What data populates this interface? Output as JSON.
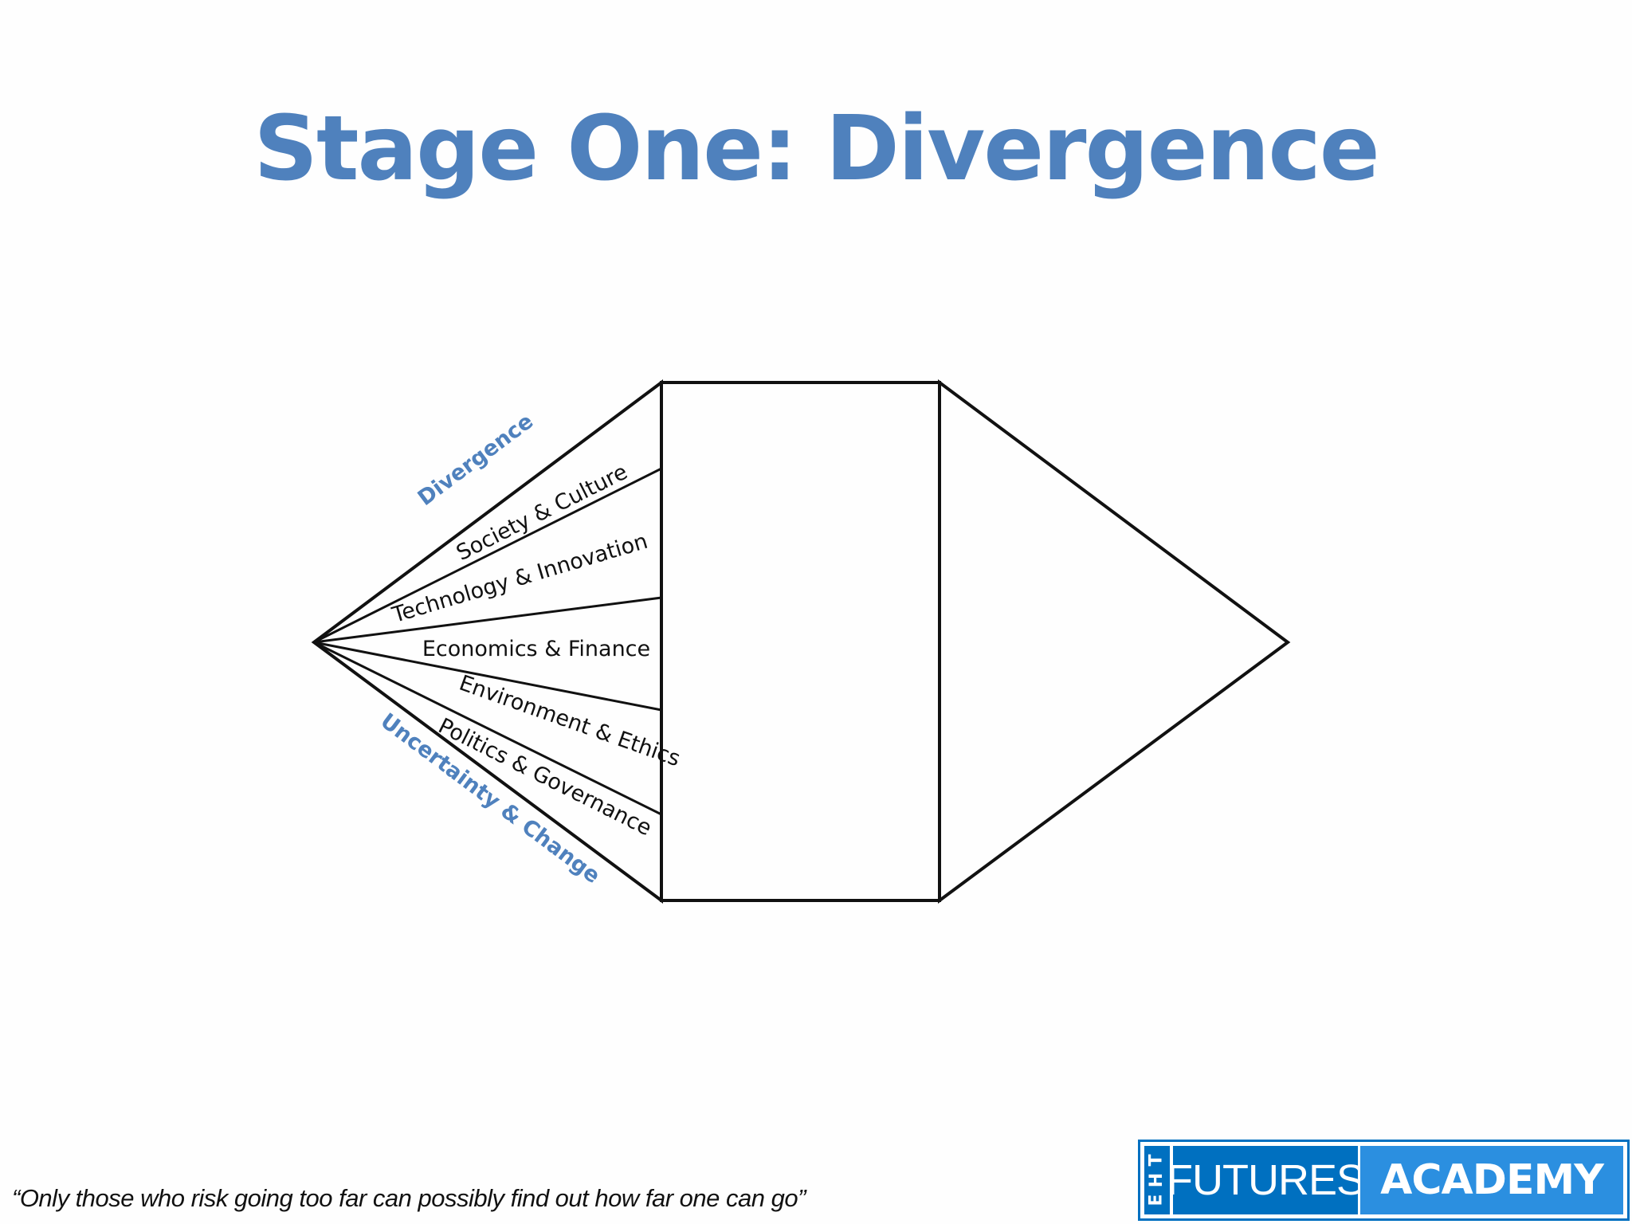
{
  "title": "Stage One: Divergence",
  "diagram": {
    "upper_edge_label": "Divergence",
    "lower_edge_label": "Uncertainty & Change",
    "segments": [
      "Society & Culture",
      "Technology & Innovation",
      "Economics & Finance",
      "Environment & Ethics",
      "Politics & Governance"
    ],
    "colors": {
      "accent": "#4f81bd",
      "line": "#111111"
    }
  },
  "footer": {
    "quote": "“Only those who risk going too far can possibly find out how far one can go”"
  },
  "logo": {
    "the_letters": [
      "T",
      "H",
      "E"
    ],
    "word1": "FUTURES",
    "word2": "ACADEMY",
    "colors": {
      "dark": "#0070c0",
      "light": "#2b8fe0"
    }
  }
}
